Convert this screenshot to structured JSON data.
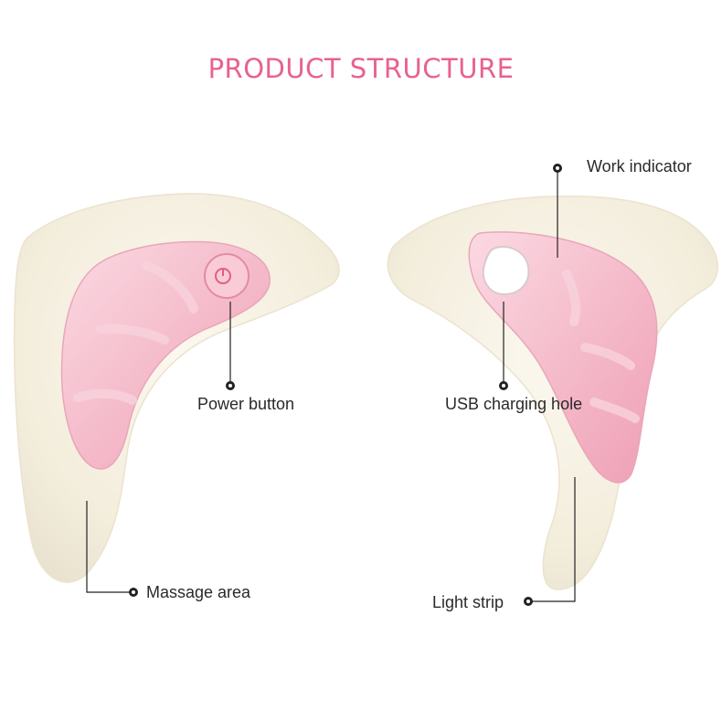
{
  "title": "PRODUCT STRUCTURE",
  "callouts": {
    "power_button": "Power button",
    "massage_area": "Massage area",
    "work_indicator": "Work indicator",
    "usb_charging_hole": "USB charging hole",
    "light_strip": "Light strip"
  },
  "colors": {
    "accent": "#e9618f",
    "shell": "#f6f1e6",
    "pad": "#f4bdcc",
    "line": "#222222"
  }
}
